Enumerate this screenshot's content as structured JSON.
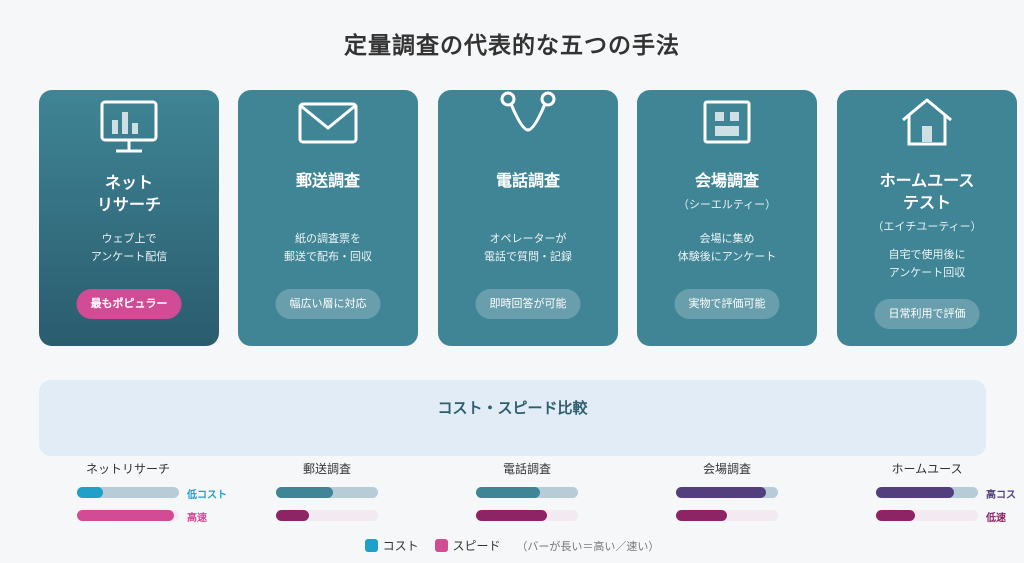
{
  "title": "定量調査の代表的な五つの手法",
  "colors": {
    "card": "#3f8595",
    "card_dark": "#2a5c6e",
    "badge_hot": "#d24b95",
    "cost_teal": "#3f8595",
    "cost_purple": "#533f7e",
    "speed_pink": "#d24b95",
    "speed_dark": "#8c2466",
    "legend_cost": "#1fa0c8",
    "legend_speed": "#d24b95"
  },
  "cards": [
    {
      "name": "ネット\nリサーチ",
      "sub": "",
      "desc": "ウェブ上で\nアンケート配信",
      "badge": "最もポピュラー",
      "icon": "monitor-chart-icon"
    },
    {
      "name": "郵送調査",
      "sub": "",
      "desc": "紙の調査票を\n郵送で配布・回収",
      "badge": "幅広い層に対応",
      "icon": "envelope-icon"
    },
    {
      "name": "電話調査",
      "sub": "",
      "desc": "オペレーターが\n電話で質問・記録",
      "badge": "即時回答が可能",
      "icon": "phone-icon"
    },
    {
      "name": "会場調査",
      "sub": "（シーエルティー）",
      "desc": "会場に集め\n体験後にアンケート",
      "badge": "実物で評価可能",
      "icon": "building-icon"
    },
    {
      "name": "ホームユース\nテスト",
      "sub": "（エイチユーティー）",
      "desc": "自宅で使用後に\nアンケート回収",
      "badge": "日常利用で評価",
      "icon": "house-icon"
    }
  ],
  "comparison": {
    "title": "コスト・スピード比較",
    "columns": [
      {
        "label": "ネットリサーチ",
        "cost": 0.25,
        "speed": 0.95,
        "cost_tag": "低コスト",
        "speed_tag": "高速"
      },
      {
        "label": "郵送調査",
        "cost": 0.56,
        "speed": 0.32,
        "cost_tag": "",
        "speed_tag": ""
      },
      {
        "label": "電話調査",
        "cost": 0.63,
        "speed": 0.7,
        "cost_tag": "",
        "speed_tag": ""
      },
      {
        "label": "会場調査",
        "cost": 0.88,
        "speed": 0.5,
        "cost_tag": "",
        "speed_tag": ""
      },
      {
        "label": "ホームユース",
        "cost": 0.76,
        "speed": 0.38,
        "cost_tag": "高コス",
        "speed_tag": "低速"
      }
    ]
  },
  "legend": {
    "cost": "コスト",
    "speed": "スピード",
    "note": "（バーが長い＝高い／速い）"
  }
}
